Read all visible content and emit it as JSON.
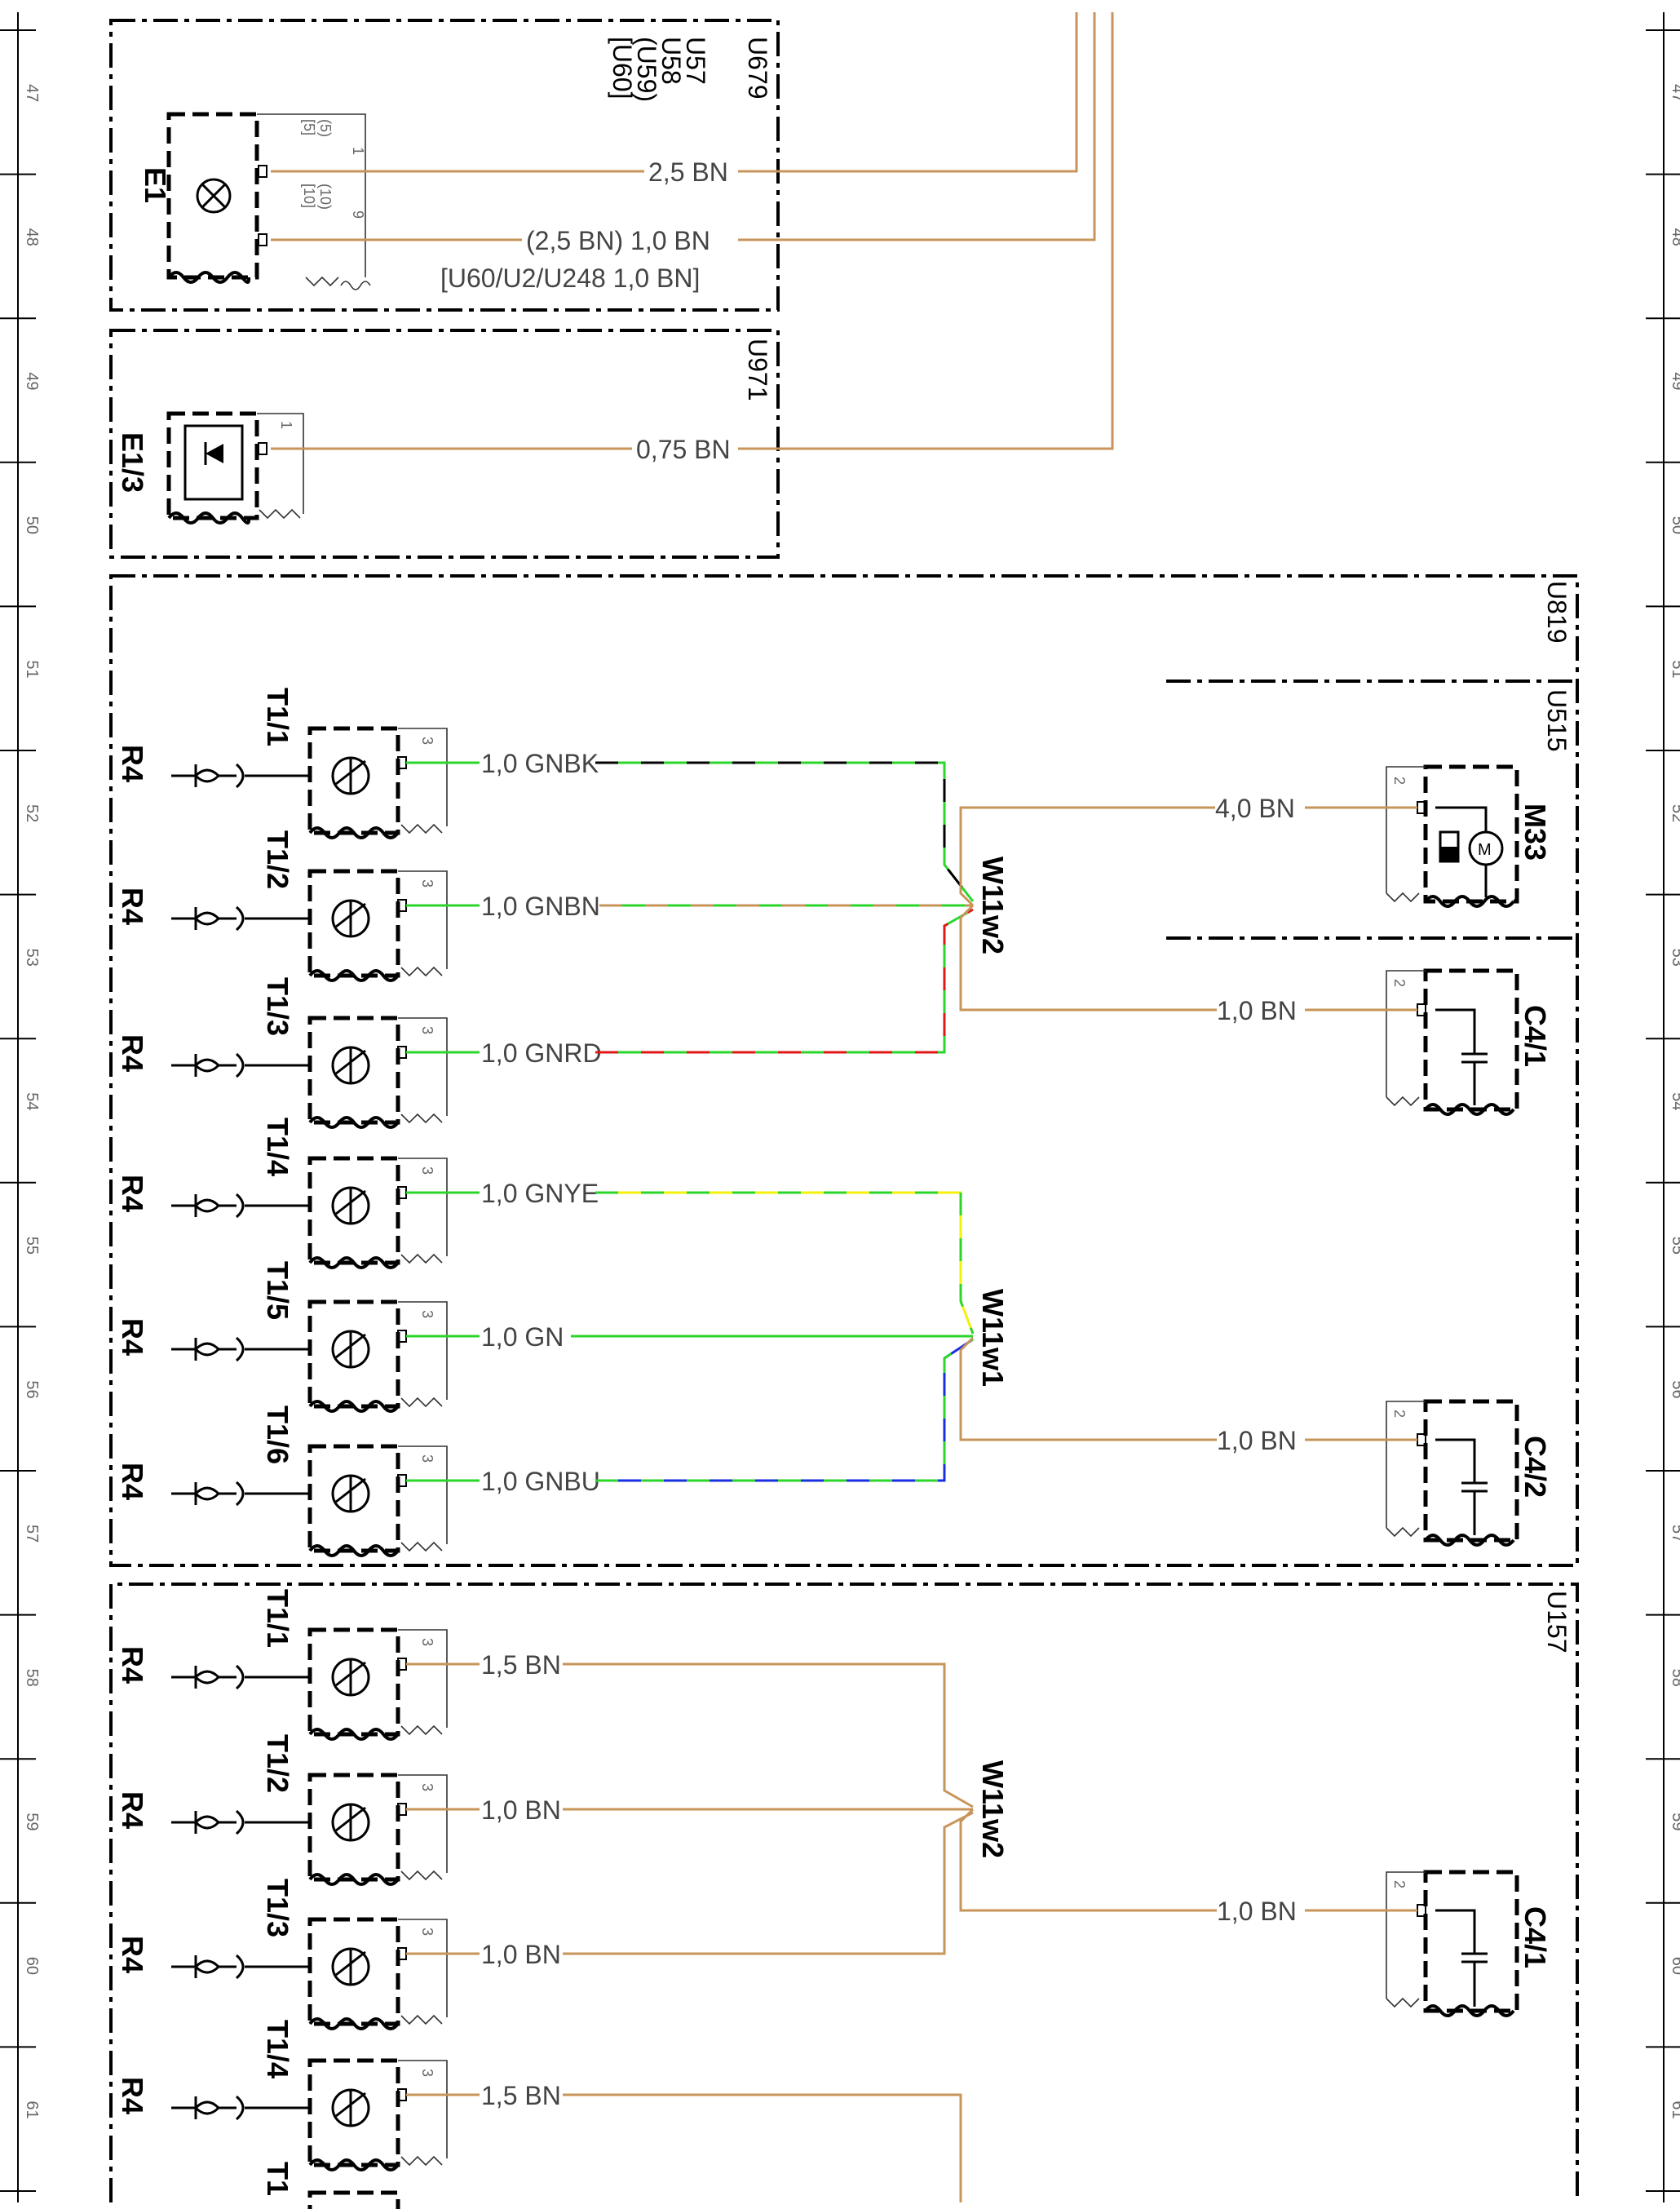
{
  "row_numbers": [
    "47",
    "48",
    "49",
    "50",
    "51",
    "52",
    "53",
    "54",
    "55",
    "56",
    "57",
    "58",
    "59",
    "60",
    "61"
  ],
  "colors": {
    "brown": "#c7955a",
    "green": "#2bd62b",
    "black": "#000000",
    "red": "#e01818",
    "yellow": "#f2f20a",
    "blue": "#1a2fe0"
  },
  "zones": {
    "u679": {
      "codes": [
        "U679",
        "U57",
        "U58",
        "(U59)",
        "[U60]"
      ],
      "component": "E1",
      "pins_top": [
        "(5)",
        "[5]",
        "1"
      ],
      "pins_bottom": [
        "(10)",
        "[10]",
        "9"
      ],
      "wire1": "2,5 BN",
      "wire2": "(2,5 BN) 1,0 BN",
      "wire2_alt": "[U60/U2/U248 1,0 BN]"
    },
    "u971": {
      "code": "U971",
      "component": "E1/3",
      "pin": "1",
      "wire": "0,75 BN"
    },
    "u819": {
      "code": "U819",
      "subcode": "U515",
      "sensors": [
        {
          "label": "T1/1",
          "resistor": "R4",
          "pin": "3",
          "wire": "1,0 GNBK"
        },
        {
          "label": "T1/2",
          "resistor": "R4",
          "pin": "3",
          "wire": "1,0 GNBN"
        },
        {
          "label": "T1/3",
          "resistor": "R4",
          "pin": "3",
          "wire": "1,0 GNRD"
        },
        {
          "label": "T1/4",
          "resistor": "R4",
          "pin": "3",
          "wire": "1,0 GNYE"
        },
        {
          "label": "T1/5",
          "resistor": "R4",
          "pin": "3",
          "wire": "1,0 GN"
        },
        {
          "label": "T1/6",
          "resistor": "R4",
          "pin": "3",
          "wire": "1,0 GNBU"
        }
      ],
      "splice_a": "W11w2",
      "splice_b": "W11w1",
      "m33": {
        "label": "M33",
        "pin": "2",
        "wire": "4,0 BN"
      },
      "c41": {
        "label": "C4/1",
        "pin": "2",
        "wire": "1,0 BN"
      },
      "c42": {
        "label": "C4/2",
        "pin": "2",
        "wire": "1,0 BN"
      }
    },
    "u157": {
      "code": "U157",
      "sensors": [
        {
          "label": "T1/1",
          "resistor": "R4",
          "pin": "3",
          "wire": "1,5 BN"
        },
        {
          "label": "T1/2",
          "resistor": "R4",
          "pin": "3",
          "wire": "1,0 BN"
        },
        {
          "label": "T1/3",
          "resistor": "R4",
          "pin": "3",
          "wire": "1,0 BN"
        },
        {
          "label": "T1/4",
          "resistor": "R4",
          "pin": "3",
          "wire": "1,5 BN"
        }
      ],
      "next_label": "T1",
      "splice": "W11w2",
      "c41": {
        "label": "C4/1",
        "pin": "2",
        "wire": "1,0 BN"
      }
    }
  }
}
